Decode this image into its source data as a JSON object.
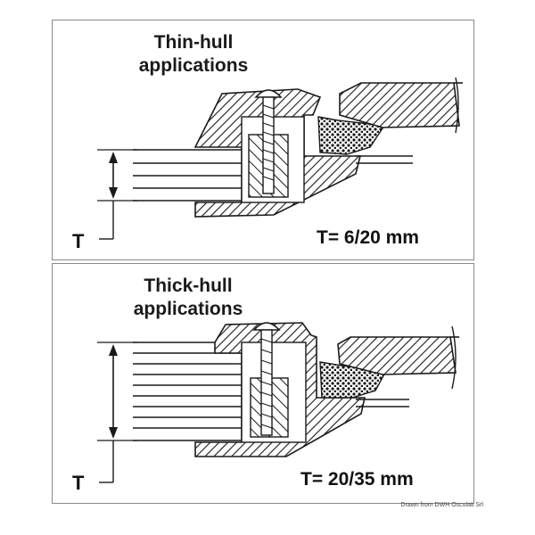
{
  "panels": [
    {
      "title_line1": "Thin-hull",
      "title_line2": "applications",
      "t_label": "T",
      "formula": "T= 6/20 mm"
    },
    {
      "title_line1": "Thick-hull",
      "title_line2": "applications",
      "t_label": "T",
      "formula": "T= 20/35 mm"
    }
  ],
  "credit": "Drawn from DWH Osculati Srl",
  "colors": {
    "ink": "#1a1a1a",
    "border": "#8a8a8a"
  },
  "hull_layers": {
    "thin": 5,
    "thick": 10
  }
}
